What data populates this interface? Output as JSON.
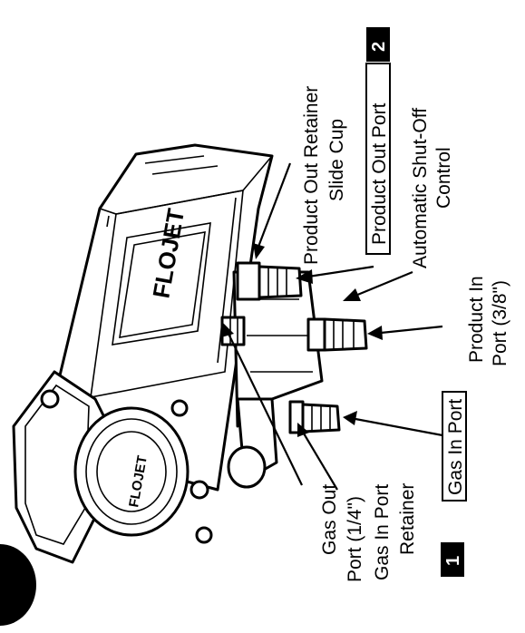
{
  "brand_logo": "FLOJET",
  "labels": {
    "product_out_retainer_line1": "Product Out Retainer",
    "product_out_retainer_line2": "Slide Cup",
    "product_out_port": "Product Out Port",
    "product_out_port_number": "2",
    "auto_shutoff_line1": "Automatic Shut-Off",
    "auto_shutoff_line2": "Control",
    "product_in_line1": "Product In",
    "product_in_line2": "Port (3/8\")",
    "gas_in_port": "Gas In Port",
    "gas_in_port_number": "1",
    "gas_out_line1": "Gas Out",
    "gas_out_line2": "Port  (1/4\")",
    "gas_in_retainer_line1": "Gas In Port",
    "gas_in_retainer_line2": "Retainer"
  },
  "colors": {
    "ink": "#000000",
    "paper": "#ffffff"
  }
}
